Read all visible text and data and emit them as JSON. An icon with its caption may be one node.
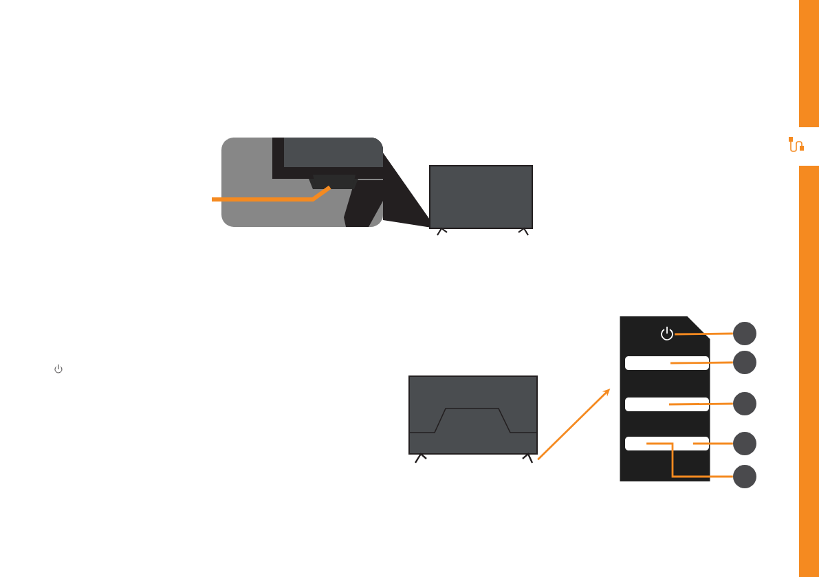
{
  "diagram": {
    "nodes": [
      {
        "text": [],
        "shape": "box"
      },
      {
        "text": [],
        "shape": "picture"
      },
      {
        "text": [],
        "shape": "box"
      },
      {
        "text": [],
        "shape": "circle",
        "in": 2
      },
      {
        "text": [],
        "shape": "bar",
        "in": 2
      },
      {
        "text": [],
        "shape": "bar",
        "in": 2
      },
      {
        "text": [],
        "shape": "bar",
        "in": 2
      },
      {
        "text": [],
        "shape": "circle"
      },
      {
        "text": [],
        "shape": "circle"
      },
      {
        "text": [],
        "shape": "circle"
      },
      {
        "text": [],
        "shape": "circle"
      },
      {
        "text": [],
        "shape": "circle"
      }
    ],
    "edges": [
      {
        "from": null,
        "to": 0,
        "arrow": "none",
        "style": "thick"
      },
      {
        "from": 1,
        "to": 2,
        "arrow": "to"
      },
      {
        "from": 3,
        "to": 7,
        "arrow": "none"
      },
      {
        "from": 4,
        "to": 8,
        "arrow": "none"
      },
      {
        "from": 5,
        "to": 9,
        "arrow": "none"
      },
      {
        "from": 6,
        "to": 10,
        "arrow": "none"
      },
      {
        "from": 6,
        "to": 11,
        "arrow": "none"
      }
    ]
  }
}
